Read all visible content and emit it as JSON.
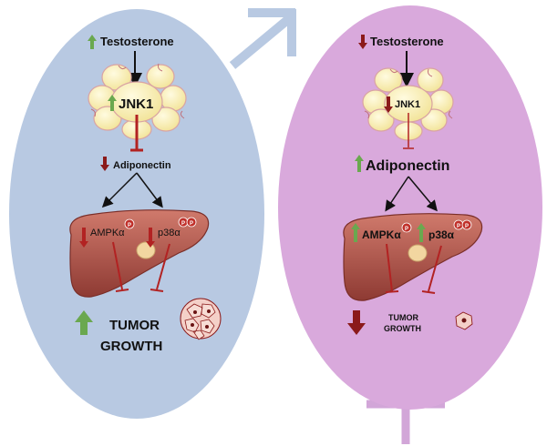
{
  "colors": {
    "male_panel": "#b8c9e2",
    "female_panel": "#d9a9dc",
    "symbol_male": "#b8c9e2",
    "symbol_female": "#d2a6d8",
    "up_arrow": "#6aa84f",
    "down_arrow": "#8b1a1a",
    "inhibit": "#b22222",
    "adipocyte": "#f7eeb5",
    "liver": "#b5584e"
  },
  "male": {
    "hormone": "Testosterone",
    "kinase": "JNK1",
    "adipokine": "Adiponectin",
    "targets": [
      "AMPKα",
      "p38α"
    ],
    "outcome_line1": "TUMOR",
    "outcome_line2": "GROWTH",
    "phospho_mark": "P"
  },
  "female": {
    "hormone": "Testosterone",
    "kinase": "JNK1",
    "adipokine": "Adiponectin",
    "targets": [
      "AMPKα",
      "p38α"
    ],
    "outcome_line1": "TUMOR",
    "outcome_line2": "GROWTH",
    "phospho_mark": "P"
  }
}
